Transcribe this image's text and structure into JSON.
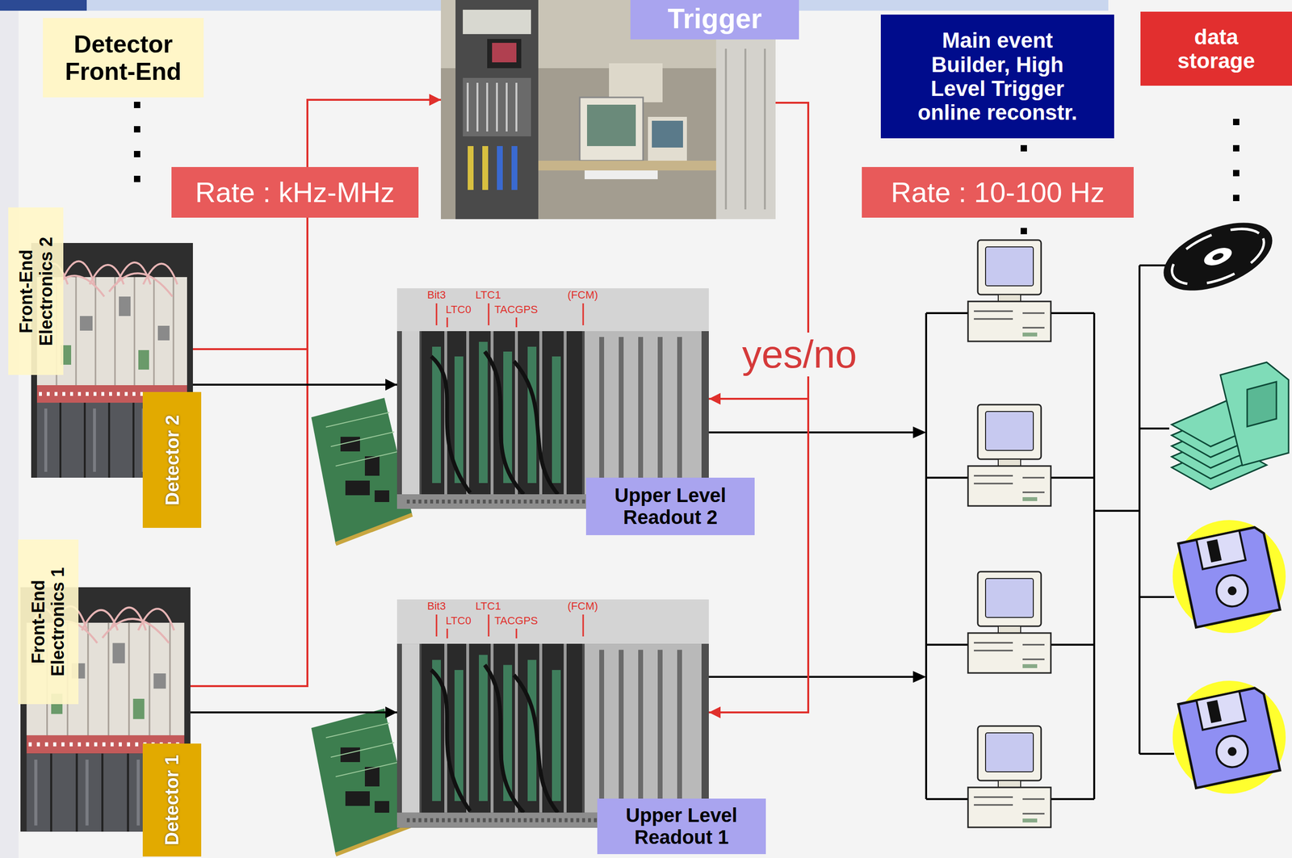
{
  "diagram": {
    "nodes": [
      {
        "text": [
          "Detector Front-End"
        ]
      },
      {
        "text": [
          "Trigger"
        ]
      },
      {
        "text": [
          "Main event Builder, High Level Trigger online reconstr."
        ]
      },
      {
        "text": [
          "data storage"
        ]
      },
      {
        "text": [
          "Rate : kHz-MHz"
        ]
      },
      {
        "text": [
          "Rate : 10-100 Hz"
        ]
      },
      {
        "text": [
          "Front-End Electronics 2",
          "Detector 2"
        ]
      },
      {
        "text": [
          "Upper Level Readout 2"
        ]
      },
      {
        "text": [
          "Front-End Electronics 1",
          "Detector 1"
        ]
      },
      {
        "text": [
          "Upper Level Readout 1"
        ]
      }
    ],
    "edges": [
      {
        "from": 6,
        "to": 1,
        "arrow": "to"
      },
      {
        "from": 8,
        "to": 1,
        "arrow": "to"
      },
      {
        "from": 6,
        "to": 7,
        "arrow": "to"
      },
      {
        "from": 8,
        "to": 9,
        "arrow": "to"
      },
      {
        "from": 1,
        "to": 7,
        "label": "yes/no",
        "arrow": "to"
      },
      {
        "from": 1,
        "to": 9,
        "arrow": "to"
      }
    ],
    "labels": [
      "Bit3",
      "LTC1",
      "(FCM)",
      "LTC0",
      "TACGPS",
      "Bit3",
      "LTC1",
      "(FCM)",
      "LTC0",
      "TACGPS"
    ]
  }
}
